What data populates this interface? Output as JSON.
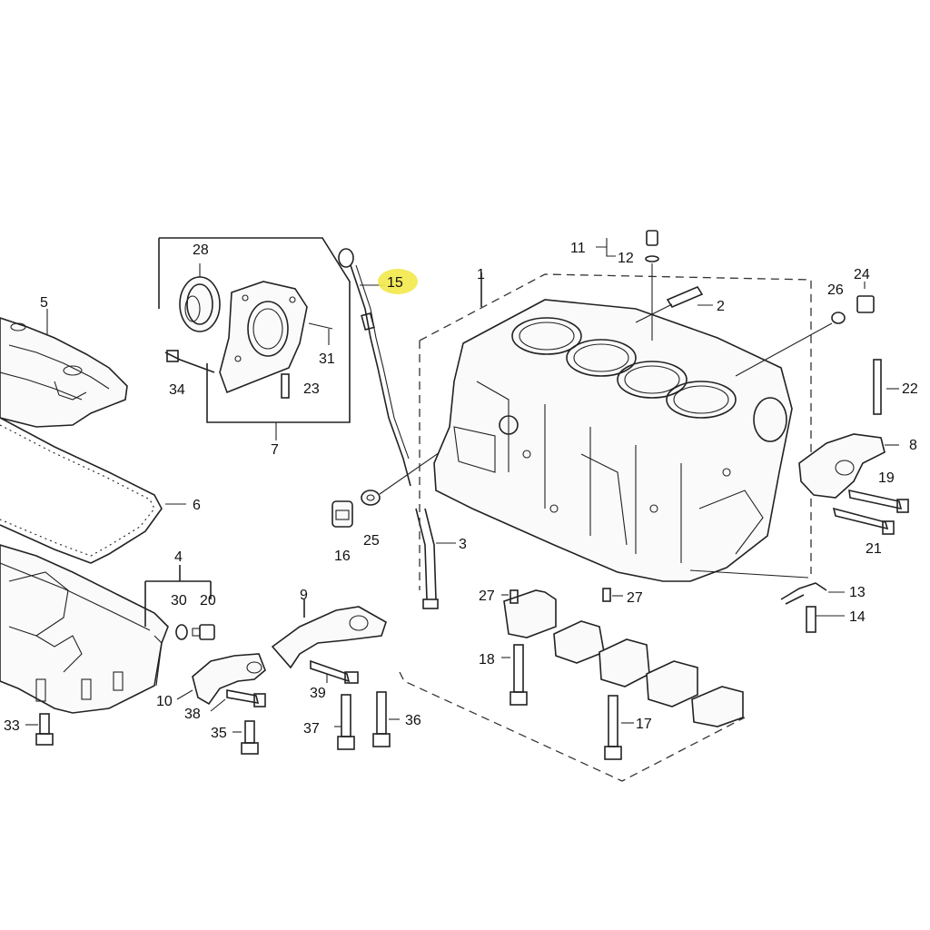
{
  "diagram": {
    "highlight_color": "#f2e84a",
    "highlighted_part": "15",
    "labels": {
      "l1": "1",
      "l2": "2",
      "l3": "3",
      "l4": "4",
      "l5": "5",
      "l6": "6",
      "l7": "7",
      "l8": "8",
      "l9": "9",
      "l10": "10",
      "l11": "11",
      "l12": "12",
      "l13": "13",
      "l14": "14",
      "l15": "15",
      "l16": "16",
      "l17": "17",
      "l18": "18",
      "l19": "19",
      "l20": "20",
      "l21": "21",
      "l22": "22",
      "l23": "23",
      "l24": "24",
      "l25": "25",
      "l26": "26",
      "l27a": "27",
      "l27b": "27",
      "l28": "28",
      "l30": "30",
      "l31": "31",
      "l33": "33",
      "l34": "34",
      "l35": "35",
      "l36": "36",
      "l37": "37",
      "l38": "38",
      "l39": "39"
    }
  }
}
